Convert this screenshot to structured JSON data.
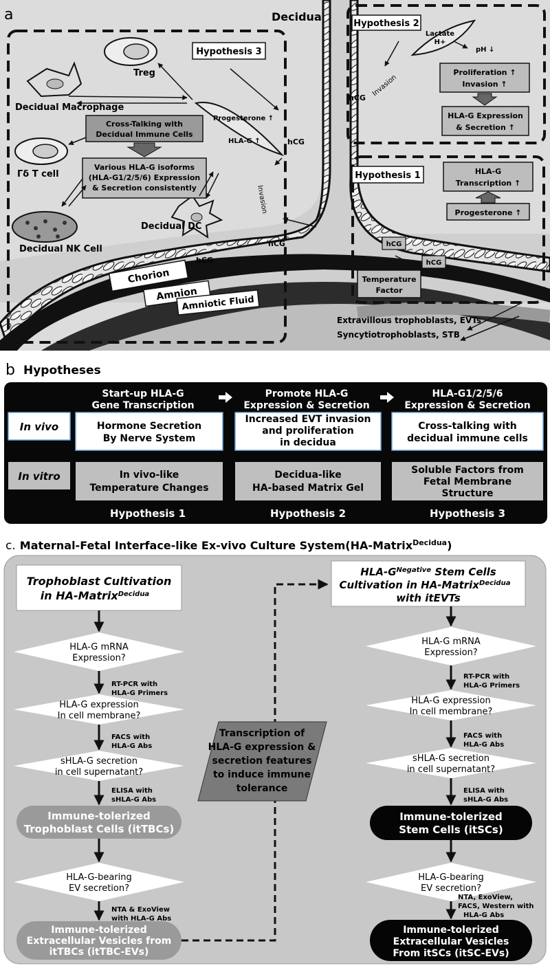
{
  "panel_a": {
    "letter": "a",
    "decidua": "Decidua",
    "hyp3": "Hypothesis 3",
    "hyp2": "Hypothesis 2",
    "hyp1": "Hypothesis 1",
    "treg": "Treg",
    "macrophage": "Decidual Macrophage",
    "gdt": "Γδ T cell",
    "nk": "Decidual NK Cell",
    "dc": "Decidual DC",
    "crosstalk": [
      "Cross-Talking with",
      "Decidual Immune Cells"
    ],
    "isoforms": [
      "Various HLA-G isoforms",
      "(HLA-G1/2/5/6) Expression",
      "& Secretion consistently"
    ],
    "progesterone_up": "Progesterone ↑",
    "hlag_up": "HLA-G ↑",
    "hcg": "hCG",
    "invasion": "Invasion",
    "chorion": "Chorion",
    "amnion": "Amnion",
    "amniotic": "Amniotic Fluid",
    "lactate": [
      "Lactate",
      "H+"
    ],
    "ph": "pH ↓",
    "prolif": [
      "Proliferation ↑",
      "Invasion ↑"
    ],
    "hlag_expr": [
      "HLA-G Expression",
      "& Secretion ↑"
    ],
    "hlag_trans": [
      "HLA-G",
      "Transcription ↑"
    ],
    "progesterone": "Progesterone ↑",
    "temp": [
      "Temperature",
      "Factor"
    ],
    "evt": "Extravillous trophoblasts, EVTs",
    "stb": "Syncytiotrophoblasts, STB"
  },
  "panel_b": {
    "letter": "b",
    "title": "Hypotheses",
    "col_heads": [
      [
        "Start-up HLA-G",
        "Gene Transcription"
      ],
      [
        "Promote HLA-G",
        "Expression & Secretion"
      ],
      [
        "HLA-G1/2/5/6",
        "Expression & Secretion"
      ]
    ],
    "in_vivo": "In vivo",
    "in_vitro": "In vitro",
    "vivo_cells": [
      [
        "Hormone Secretion",
        "By Nerve System"
      ],
      [
        "Increased EVT invasion",
        "and proliferation",
        "in decidua"
      ],
      [
        "Cross-talking with",
        "decidual immune cells"
      ]
    ],
    "vitro_cells": [
      [
        "In vivo-like",
        "Temperature Changes"
      ],
      [
        "Decidua-like",
        "HA-based Matrix Gel"
      ],
      [
        "Soluble Factors from",
        "Fetal Membrane",
        "Structure"
      ]
    ],
    "hyp_labels": [
      "Hypothesis 1",
      "Hypothesis 2",
      "Hypothesis 3"
    ]
  },
  "panel_c": {
    "letter": "c.",
    "title": "Maternal-Fetal Interface-like Ex-vivo Culture System(HA-Matrix",
    "title_sup": "Decidua",
    "title_end": ")",
    "left_start": [
      "Trophoblast Cultivation",
      "in HA-Matrix"
    ],
    "left_start_sup": "Decidua",
    "right_start_1a": "HLA-G",
    "right_start_1sup": "Negative",
    "right_start_1b": " Stem Cells",
    "right_start_2": "Cultivation in HA-Matrix",
    "right_start_2sup": "Decidua",
    "right_start_3": "with itEVTs",
    "q_mrna": [
      "HLA-G mRNA",
      "Expression?"
    ],
    "q_membrane": [
      "HLA-G expression",
      "In cell membrane?"
    ],
    "q_secretion": [
      "sHLA-G secretion",
      "in cell supernatant?"
    ],
    "q_ev": [
      "HLA-G-bearing",
      "EV secretion?"
    ],
    "m_rtpcr": [
      "RT-PCR with",
      "HLA-G Primers"
    ],
    "m_facs": [
      "FACS with",
      "HLA-G Abs"
    ],
    "m_elisa": [
      "ELISA with",
      "sHLA-G Abs"
    ],
    "m_nta_left": [
      "NTA & ExoView",
      "with HLA-G Abs"
    ],
    "m_nta_right": [
      "NTA, ExoView,",
      "FACS, Western with",
      "HLA-G Abs"
    ],
    "itTBC": [
      "Immune-tolerized",
      "Trophoblast Cells (itTBCs)"
    ],
    "itTBC_EV": [
      "Immune-tolerized",
      "Extracellular Vesicles from",
      "itTBCs (itTBC-EVs)"
    ],
    "itSC": [
      "Immune-tolerized",
      "Stem Cells (itSCs)"
    ],
    "itSC_EV": [
      "Immune-tolerized",
      "Extracellular Vesicles",
      "From itSCs (itSC-EVs)"
    ],
    "transcription": [
      "Transcription of",
      "HLA-G expression &",
      "secretion features",
      "to induce immune",
      "tolerance"
    ]
  }
}
